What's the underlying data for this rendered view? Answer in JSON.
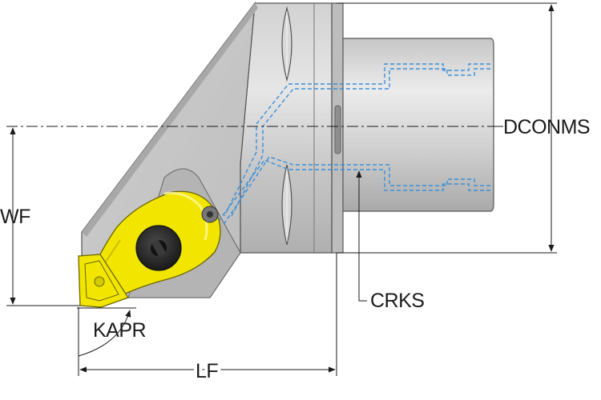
{
  "labels": {
    "dconms": "DCONMS",
    "wf": "WF",
    "crks": "CRKS",
    "kapr": "KAPR",
    "lf": "LF"
  },
  "colors": {
    "body": "#c8c8c8",
    "body_dark": "#a8a8a8",
    "body_light": "#e2e2e2",
    "clamp": "#f2e600",
    "insert": "#f2e600",
    "screw": "#2b2b2b",
    "coolant": "#3a8fd8",
    "line": "#1a1a1a"
  }
}
